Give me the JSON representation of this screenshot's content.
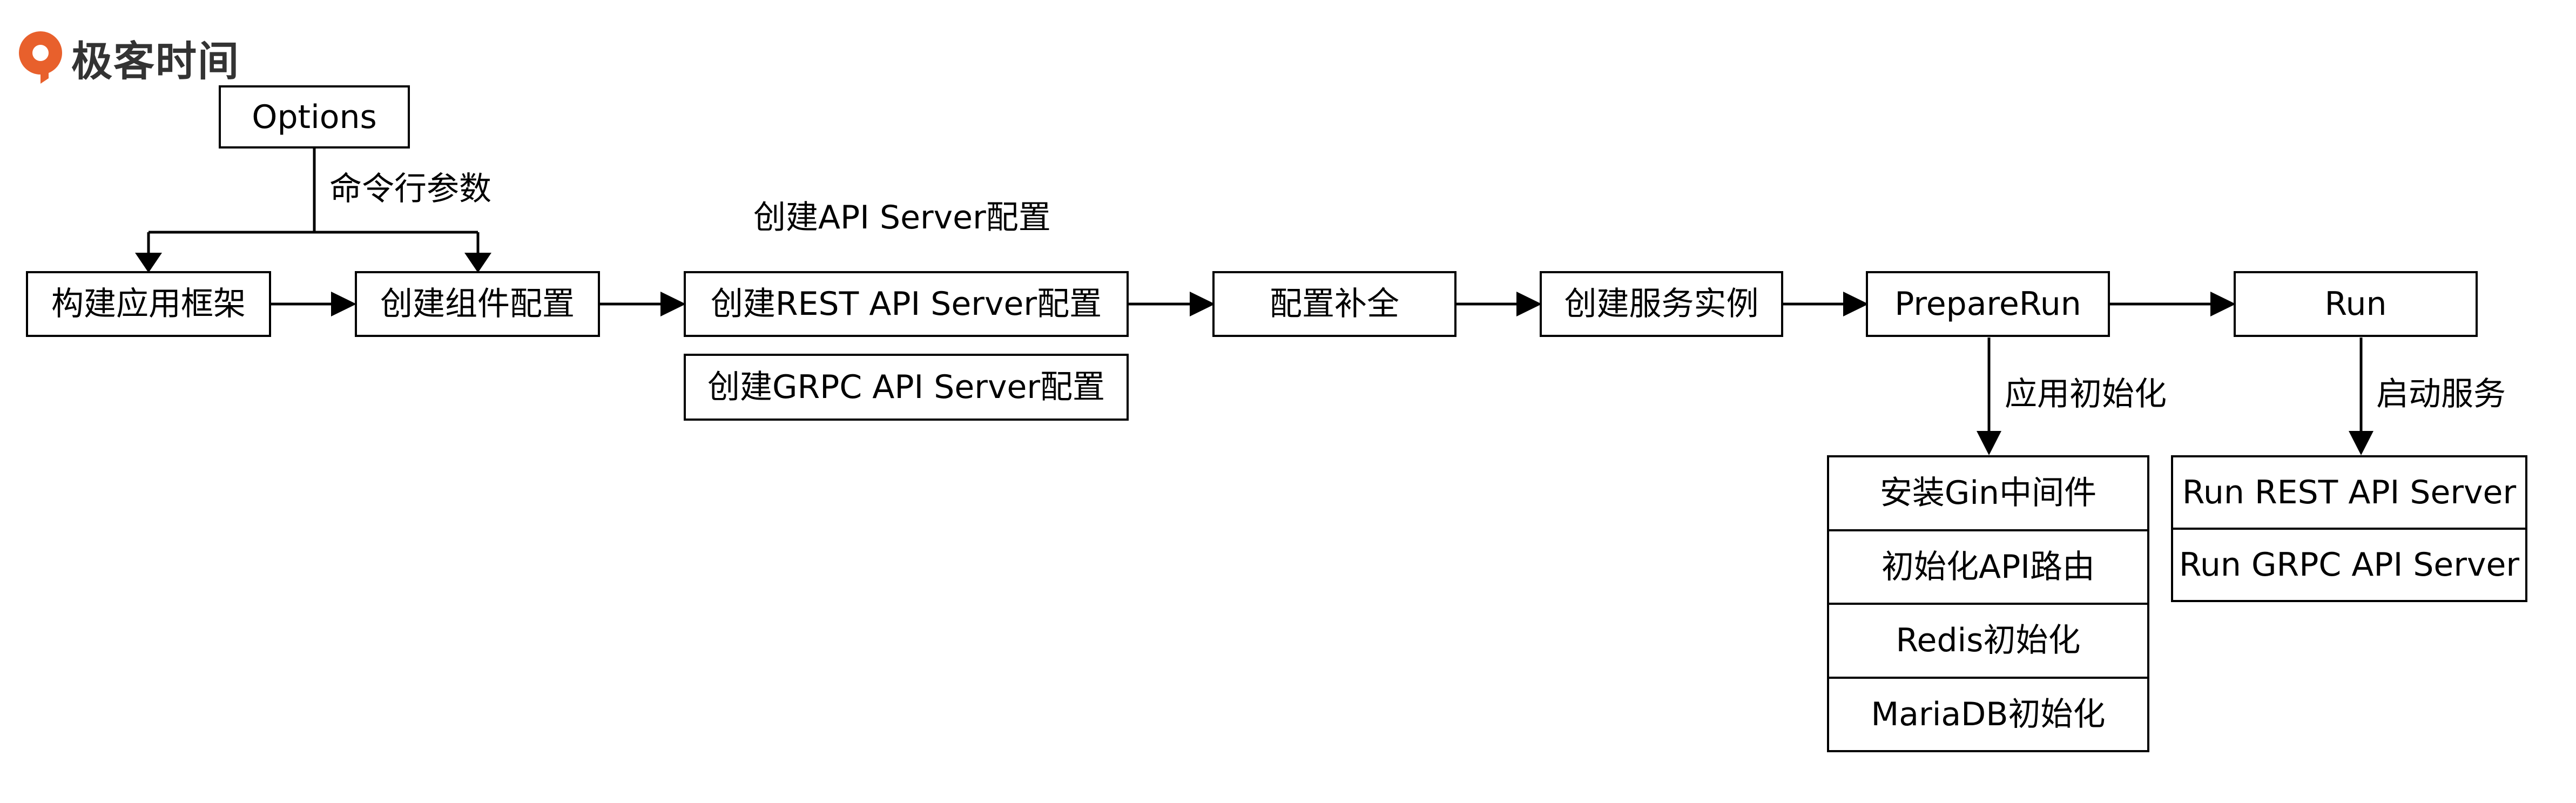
{
  "logo": {
    "text": "极客时间",
    "icon": "geektime-logo-icon",
    "color": "#e8602c"
  },
  "nodes": {
    "options": "Options",
    "framework": "构建应用框架",
    "component_config": "创建组件配置",
    "rest_config": "创建REST API Server配置",
    "grpc_config": "创建GRPC API Server配置",
    "complete_config": "配置补全",
    "create_instance": "创建服务实例",
    "prepare_run": "PrepareRun",
    "run": "Run"
  },
  "labels": {
    "cli_params": "命令行参数",
    "api_server_config": "创建API Server配置",
    "app_init": "应用初始化",
    "start_service": "启动服务"
  },
  "prepare_steps": [
    "安装Gin中间件",
    "初始化API路由",
    "Redis初始化",
    "MariaDB初始化"
  ],
  "run_steps": [
    "Run REST API Server",
    "Run GRPC API Server"
  ]
}
